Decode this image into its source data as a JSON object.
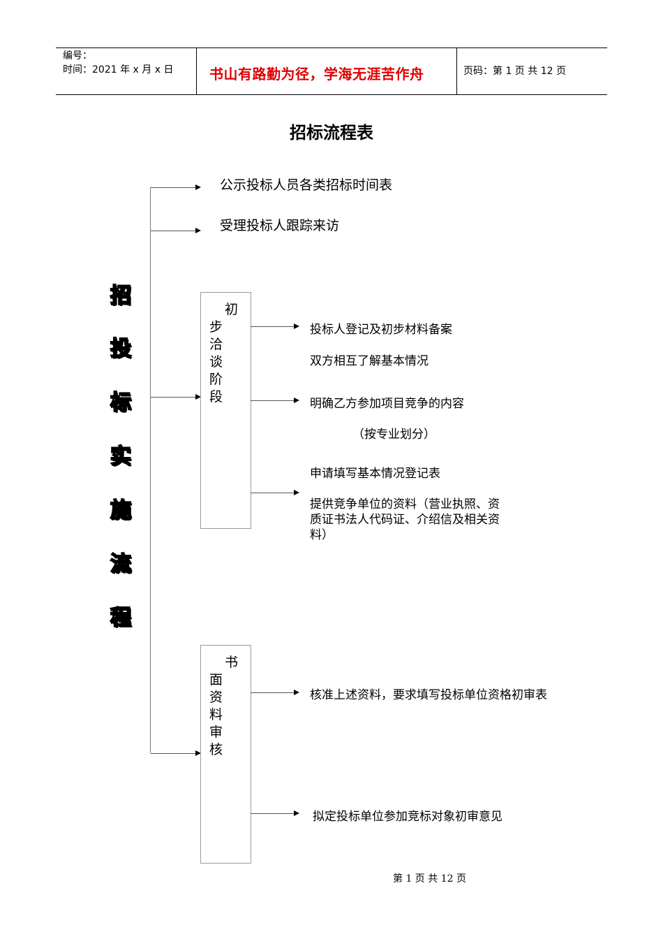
{
  "header": {
    "number_label": "编号：",
    "time_label": "时间：2021 年 x 月 x 日",
    "motto": "书山有路勤为径，学海无涯苦作舟",
    "page_label": "页码：第 1 页  共 12 页"
  },
  "title": "招标流程表",
  "vertical_title": [
    "招",
    "投",
    "标",
    "实",
    "施",
    "流",
    "程"
  ],
  "top_items": [
    "公示投标人员各类招标时间表",
    "受理投标人跟踪来访"
  ],
  "stage1": {
    "chars": [
      "初",
      "步",
      "洽",
      "谈",
      "阶",
      "段"
    ],
    "items": [
      "投标人登记及初步材料备案",
      "双方相互了解基本情况",
      "明确乙方参加项目竞争的内容",
      "（按专业划分）",
      "申请填写基本情况登记表",
      "提供竞争单位的资料（营业执照、资",
      "质证书法人代码证、介绍信及相关资",
      "料）"
    ]
  },
  "stage2": {
    "chars": [
      "书",
      "面",
      "资",
      "料",
      "审",
      "核"
    ],
    "items": [
      "核准上述资料，要求填写投标单位资格初审表",
      "拟定投标单位参加竞标对象初审意见"
    ]
  },
  "footer": "第  1  页  共  12  页"
}
